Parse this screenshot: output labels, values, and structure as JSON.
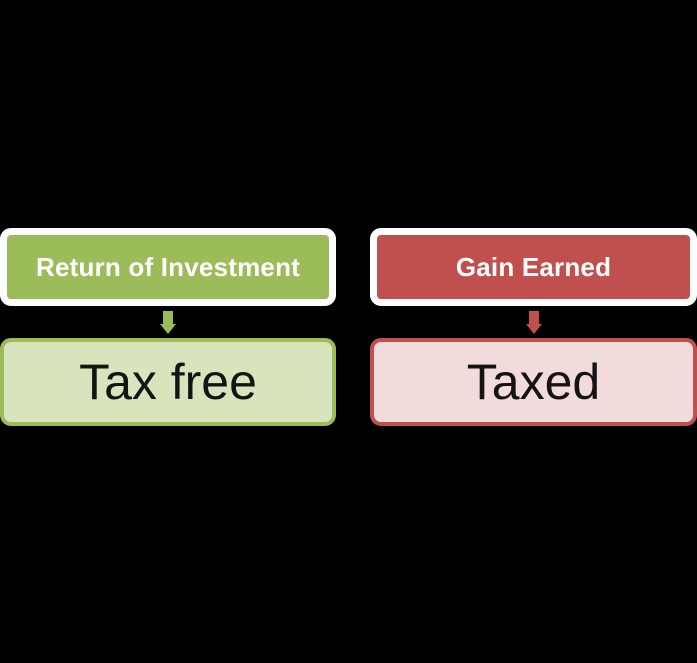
{
  "background_color": "#000000",
  "palette": {
    "green_strong": "#9CBB59",
    "green_pale": "#D8E4BC",
    "red_strong": "#C0504D",
    "red_pale": "#F2DCDB",
    "outline": "#FFFFFF",
    "result_text": "#141414",
    "header_text": "#FFFFFF"
  },
  "diagram_data": {
    "type": "flow",
    "title": "",
    "columns": [
      {
        "id": "return-of-investment",
        "accent": "#9CBB59",
        "header": {
          "label": "Return of Investment"
        },
        "connector": {
          "icon": "arrow-down-icon",
          "direction": "down"
        },
        "result": {
          "label": "Tax free"
        }
      },
      {
        "id": "gain-earned",
        "accent": "#C0504D",
        "header": {
          "label": "Gain Earned"
        },
        "connector": {
          "icon": "arrow-down-icon",
          "direction": "down"
        },
        "result": {
          "label": "Taxed"
        }
      }
    ]
  }
}
